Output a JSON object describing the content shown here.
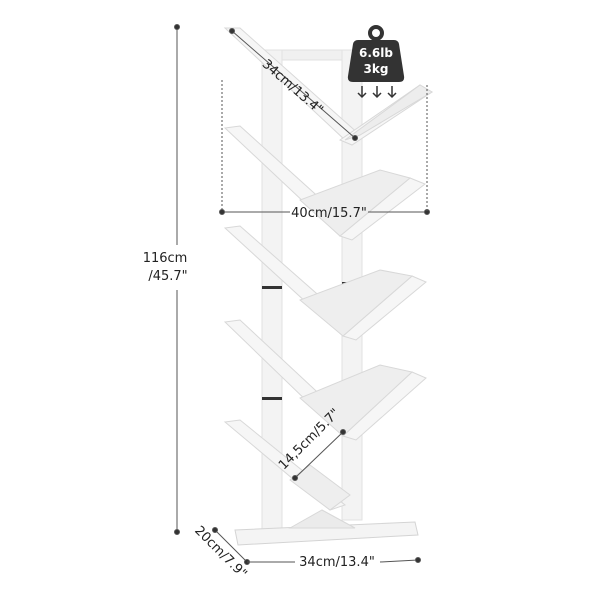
{
  "product": {
    "description": "White tree-shaped bookshelf with dimension annotations"
  },
  "dimensions": {
    "height": {
      "line1": "116cm",
      "line2": "/45.7\""
    },
    "top_shelf_length": "34cm/13.4\"",
    "width": "40cm/15.7\"",
    "shelf_depth": "14,5cm/5.7\"",
    "base_depth": "20cm/7.9\"",
    "base_width": "34cm/13.4\""
  },
  "weight_badge": {
    "line1": "6.6lb",
    "line2": "3kg",
    "icon": "weight-icon",
    "arrows": "down-arrows-icon"
  },
  "colors": {
    "shelf": "#f4f4f4",
    "shelf_edge": "#dcdcdc",
    "shadow": "#e6e6e6",
    "dim_line": "#555555",
    "weight": "#333333"
  }
}
